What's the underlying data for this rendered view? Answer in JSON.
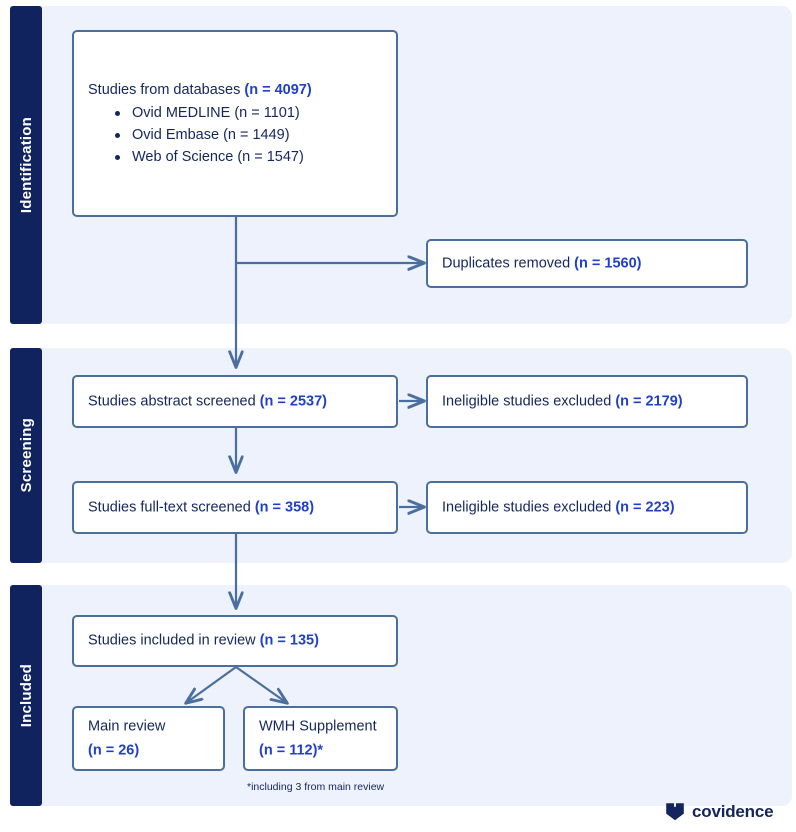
{
  "figure": {
    "type": "prisma-flow-diagram",
    "brand": "covidence",
    "colors": {
      "stage_tab_bg": "#10235e",
      "stage_panel_bg": "#edf2fc",
      "box_border": "#4a6f9e",
      "text_navy": "#14265c",
      "accent_blue": "#1f3fcc",
      "connector": "#4a6f9e"
    }
  },
  "stages": [
    {
      "id": "identification",
      "label": "Identification"
    },
    {
      "id": "screening",
      "label": "Screening"
    },
    {
      "id": "included",
      "label": "Included"
    }
  ],
  "boxes": {
    "databases": {
      "title": "Studies from databases ",
      "count": "(n = 4097)",
      "sources": [
        "Ovid MEDLINE (n = 1101)",
        "Ovid Embase (n = 1449)",
        "Web of Science (n = 1547)"
      ]
    },
    "duplicates": {
      "title": "Duplicates removed ",
      "count": "(n = 1560)"
    },
    "abstract_screened": {
      "title": "Studies abstract screened ",
      "count": "(n = 2537)"
    },
    "abstract_excluded": {
      "title": "Ineligible studies excluded ",
      "count": "(n = 2179)"
    },
    "fulltext_screened": {
      "title": "Studies full-text screened ",
      "count": "(n = 358)"
    },
    "fulltext_excluded": {
      "title": "Ineligible studies excluded ",
      "count": "(n = 223)"
    },
    "included_review": {
      "title": "Studies included in review ",
      "count": "(n = 135)"
    },
    "main_review": {
      "title": "Main review",
      "count": "(n = 26)"
    },
    "wmh_supplement": {
      "title": "WMH Supplement",
      "count": "(n = 112)*"
    }
  },
  "footnote": "*including 3 from main review",
  "logo": {
    "name": "covidence",
    "icon": "covidence-book-icon"
  }
}
